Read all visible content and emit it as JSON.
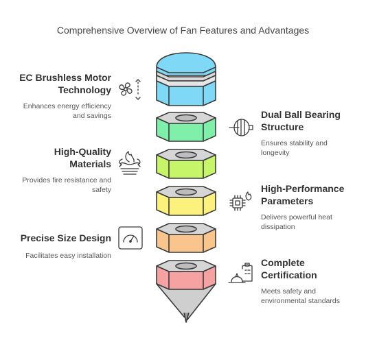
{
  "title": "Comprehensive Overview of Fan Features and Advantages",
  "features": [
    {
      "title_1": "EC Brushless Motor",
      "title_2": "Technology",
      "desc_1": "Enhances energy efficiency",
      "desc_2": "and savings",
      "icon": "fan-icon",
      "side": "left"
    },
    {
      "title_1": "Dual Ball Bearing",
      "title_2": "Structure",
      "desc_1": "Ensures stability and",
      "desc_2": "longevity",
      "icon": "bearing-icon",
      "side": "right"
    },
    {
      "title_1": "High-Quality",
      "title_2": "Materials",
      "desc_1": "Provides fire resistance and",
      "desc_2": "safety",
      "icon": "fire-icon",
      "side": "left"
    },
    {
      "title_1": "High-Performance",
      "title_2": "Parameters",
      "desc_1": "Delivers powerful heat",
      "desc_2": "dissipation",
      "icon": "chip-heat-icon",
      "side": "right"
    },
    {
      "title_1": "Precise Size Design",
      "desc_1": "Facilitates easy installation",
      "icon": "gauge-icon",
      "side": "left"
    },
    {
      "title_1": "Complete",
      "title_2": "Certification",
      "desc_1": "Meets safety and",
      "desc_2": "environmental standards",
      "icon": "certificate-icon",
      "side": "right"
    }
  ],
  "colors": {
    "cap": "#7fd8f6",
    "segments": [
      "#7ff0a9",
      "#c6f56a",
      "#fbf17c",
      "#f9c58c",
      "#f7a2a2"
    ],
    "tip": "#cfcfcf",
    "outline": "#3a3a3a"
  }
}
